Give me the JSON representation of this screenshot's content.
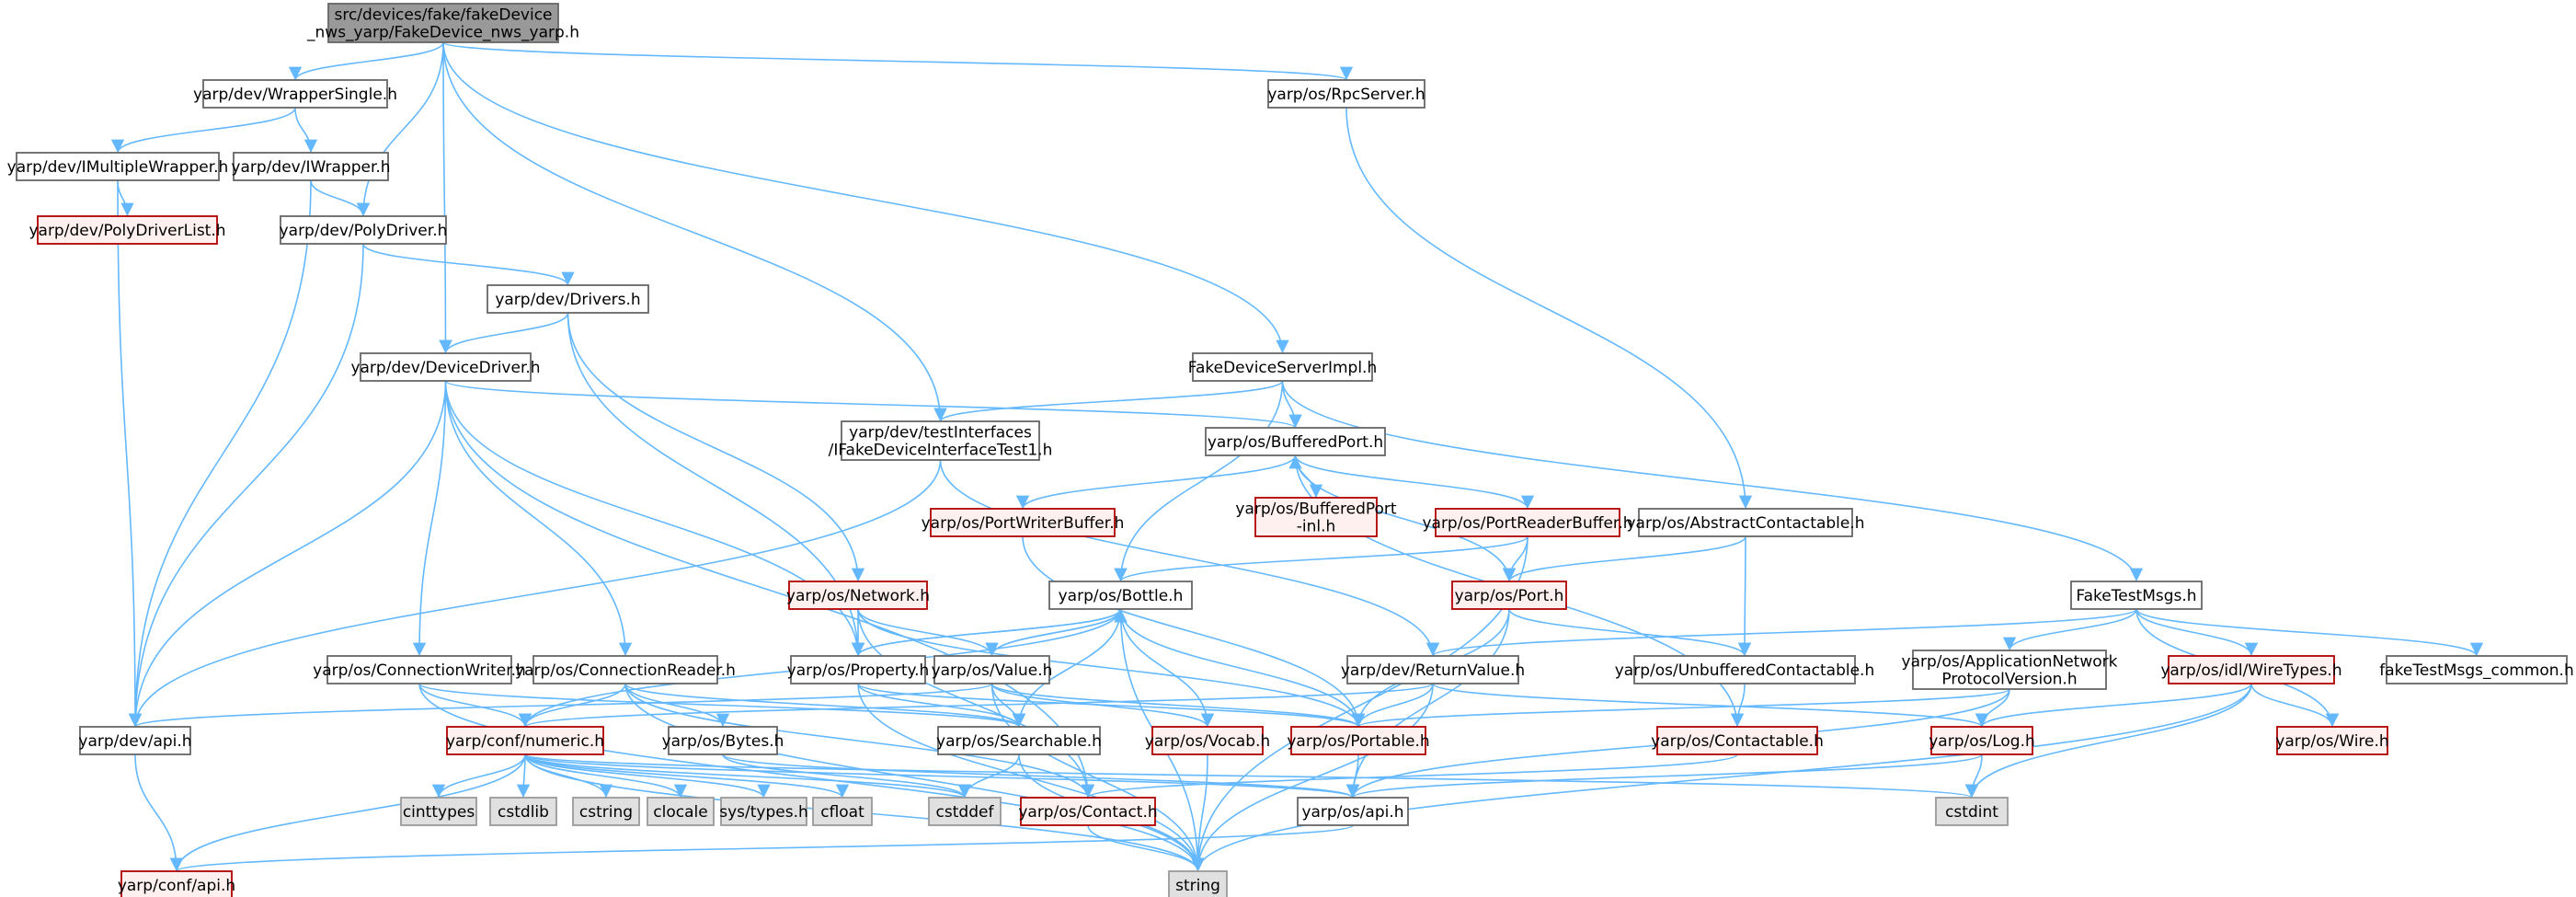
{
  "graph": {
    "colors": {
      "edge": "#63b8ff",
      "root_fill": "#999999",
      "normal_stroke": "#666666",
      "red_stroke": "#b00000",
      "red_fill": "#fff0f0",
      "gray_fill": "#e0e0e0"
    },
    "nodes": [
      {
        "id": "root",
        "lines": [
          "src/devices/fake/fakeDevice",
          "_nws_yarp/FakeDevice_nws_yarp.h"
        ],
        "style": "root"
      },
      {
        "id": "wrappersingle",
        "lines": [
          "yarp/dev/WrapperSingle.h"
        ],
        "style": "normal"
      },
      {
        "id": "rpcserver",
        "lines": [
          "yarp/os/RpcServer.h"
        ],
        "style": "normal"
      },
      {
        "id": "imultiplewrapper",
        "lines": [
          "yarp/dev/IMultipleWrapper.h"
        ],
        "style": "normal"
      },
      {
        "id": "iwrapper",
        "lines": [
          "yarp/dev/IWrapper.h"
        ],
        "style": "normal"
      },
      {
        "id": "polydriverlist",
        "lines": [
          "yarp/dev/PolyDriverList.h"
        ],
        "style": "red"
      },
      {
        "id": "polydriver",
        "lines": [
          "yarp/dev/PolyDriver.h"
        ],
        "style": "normal"
      },
      {
        "id": "drivers",
        "lines": [
          "yarp/dev/Drivers.h"
        ],
        "style": "normal"
      },
      {
        "id": "devicedriver",
        "lines": [
          "yarp/dev/DeviceDriver.h"
        ],
        "style": "normal"
      },
      {
        "id": "fakedeviceserverimpl",
        "lines": [
          "FakeDeviceServerImpl.h"
        ],
        "style": "normal"
      },
      {
        "id": "ifakedevice",
        "lines": [
          "yarp/dev/testInterfaces",
          "/IFakeDeviceInterfaceTest1.h"
        ],
        "style": "normal"
      },
      {
        "id": "bufferedport",
        "lines": [
          "yarp/os/BufferedPort.h"
        ],
        "style": "normal"
      },
      {
        "id": "portwriterbuffer",
        "lines": [
          "yarp/os/PortWriterBuffer.h"
        ],
        "style": "red"
      },
      {
        "id": "bufferedportinl",
        "lines": [
          "yarp/os/BufferedPort",
          "-inl.h"
        ],
        "style": "red"
      },
      {
        "id": "portreaderbuffer",
        "lines": [
          "yarp/os/PortReaderBuffer.h"
        ],
        "style": "red"
      },
      {
        "id": "abstractcontactable",
        "lines": [
          "yarp/os/AbstractContactable.h"
        ],
        "style": "normal"
      },
      {
        "id": "network",
        "lines": [
          "yarp/os/Network.h"
        ],
        "style": "red"
      },
      {
        "id": "bottle",
        "lines": [
          "yarp/os/Bottle.h"
        ],
        "style": "normal"
      },
      {
        "id": "port",
        "lines": [
          "yarp/os/Port.h"
        ],
        "style": "red"
      },
      {
        "id": "faketestmsgs",
        "lines": [
          "FakeTestMsgs.h"
        ],
        "style": "normal"
      },
      {
        "id": "connectionwriter",
        "lines": [
          "yarp/os/ConnectionWriter.h"
        ],
        "style": "normal"
      },
      {
        "id": "connectionreader",
        "lines": [
          "yarp/os/ConnectionReader.h"
        ],
        "style": "normal"
      },
      {
        "id": "property",
        "lines": [
          "yarp/os/Property.h"
        ],
        "style": "normal"
      },
      {
        "id": "value",
        "lines": [
          "yarp/os/Value.h"
        ],
        "style": "normal"
      },
      {
        "id": "returnvalue",
        "lines": [
          "yarp/dev/ReturnValue.h"
        ],
        "style": "normal"
      },
      {
        "id": "unbufferedcontactable",
        "lines": [
          "yarp/os/UnbufferedContactable.h"
        ],
        "style": "normal"
      },
      {
        "id": "appnetproto",
        "lines": [
          "yarp/os/ApplicationNetwork",
          "ProtocolVersion.h"
        ],
        "style": "normal"
      },
      {
        "id": "wiretypes",
        "lines": [
          "yarp/os/idl/WireTypes.h"
        ],
        "style": "red"
      },
      {
        "id": "faketestmsgscommon",
        "lines": [
          "fakeTestMsgs_common.h"
        ],
        "style": "normal"
      },
      {
        "id": "devapi",
        "lines": [
          "yarp/dev/api.h"
        ],
        "style": "normal"
      },
      {
        "id": "numeric",
        "lines": [
          "yarp/conf/numeric.h"
        ],
        "style": "red"
      },
      {
        "id": "bytes",
        "lines": [
          "yarp/os/Bytes.h"
        ],
        "style": "normal"
      },
      {
        "id": "searchable",
        "lines": [
          "yarp/os/Searchable.h"
        ],
        "style": "normal"
      },
      {
        "id": "vocab",
        "lines": [
          "yarp/os/Vocab.h"
        ],
        "style": "red"
      },
      {
        "id": "portable",
        "lines": [
          "yarp/os/Portable.h"
        ],
        "style": "red"
      },
      {
        "id": "contactable",
        "lines": [
          "yarp/os/Contactable.h"
        ],
        "style": "red"
      },
      {
        "id": "log",
        "lines": [
          "yarp/os/Log.h"
        ],
        "style": "red"
      },
      {
        "id": "wire",
        "lines": [
          "yarp/os/Wire.h"
        ],
        "style": "red"
      },
      {
        "id": "cinttypes",
        "lines": [
          "cinttypes"
        ],
        "style": "gray"
      },
      {
        "id": "cstdlib",
        "lines": [
          "cstdlib"
        ],
        "style": "gray"
      },
      {
        "id": "cstring",
        "lines": [
          "cstring"
        ],
        "style": "gray"
      },
      {
        "id": "clocale",
        "lines": [
          "clocale"
        ],
        "style": "gray"
      },
      {
        "id": "systypes",
        "lines": [
          "sys/types.h"
        ],
        "style": "gray"
      },
      {
        "id": "cfloat",
        "lines": [
          "cfloat"
        ],
        "style": "gray"
      },
      {
        "id": "cstddef",
        "lines": [
          "cstddef"
        ],
        "style": "gray"
      },
      {
        "id": "contact",
        "lines": [
          "yarp/os/Contact.h"
        ],
        "style": "red"
      },
      {
        "id": "osapi",
        "lines": [
          "yarp/os/api.h"
        ],
        "style": "normal"
      },
      {
        "id": "cstdint",
        "lines": [
          "cstdint"
        ],
        "style": "gray"
      },
      {
        "id": "confapi",
        "lines": [
          "yarp/conf/api.h"
        ],
        "style": "red"
      },
      {
        "id": "string",
        "lines": [
          "string"
        ],
        "style": "gray"
      }
    ],
    "edges": [
      [
        "root",
        "wrappersingle"
      ],
      [
        "root",
        "rpcserver"
      ],
      [
        "root",
        "polydriver"
      ],
      [
        "root",
        "devicedriver"
      ],
      [
        "root",
        "fakedeviceserverimpl"
      ],
      [
        "root",
        "ifakedevice"
      ],
      [
        "wrappersingle",
        "imultiplewrapper"
      ],
      [
        "wrappersingle",
        "iwrapper"
      ],
      [
        "imultiplewrapper",
        "polydriverlist"
      ],
      [
        "imultiplewrapper",
        "devapi"
      ],
      [
        "iwrapper",
        "polydriver"
      ],
      [
        "iwrapper",
        "devapi"
      ],
      [
        "polydriver",
        "drivers"
      ],
      [
        "polydriver",
        "devapi"
      ],
      [
        "drivers",
        "devicedriver"
      ],
      [
        "drivers",
        "network"
      ],
      [
        "drivers",
        "property"
      ],
      [
        "devicedriver",
        "bufferedport"
      ],
      [
        "devicedriver",
        "devapi"
      ],
      [
        "devicedriver",
        "connectionwriter"
      ],
      [
        "devicedriver",
        "connectionreader"
      ],
      [
        "devicedriver",
        "property"
      ],
      [
        "devicedriver",
        "contact"
      ],
      [
        "rpcserver",
        "abstractcontactable"
      ],
      [
        "fakedeviceserverimpl",
        "ifakedevice"
      ],
      [
        "fakedeviceserverimpl",
        "bufferedport"
      ],
      [
        "fakedeviceserverimpl",
        "faketestmsgs"
      ],
      [
        "fakedeviceserverimpl",
        "bottle"
      ],
      [
        "ifakedevice",
        "devapi"
      ],
      [
        "ifakedevice",
        "returnvalue"
      ],
      [
        "bufferedport",
        "portwriterbuffer"
      ],
      [
        "bufferedport",
        "bufferedportinl"
      ],
      [
        "bufferedport",
        "portreaderbuffer"
      ],
      [
        "bufferedport",
        "port"
      ],
      [
        "bufferedport",
        "contactable"
      ],
      [
        "bufferedportinl",
        "bufferedport"
      ],
      [
        "portwriterbuffer",
        "portable"
      ],
      [
        "portreaderbuffer",
        "bottle"
      ],
      [
        "portreaderbuffer",
        "port"
      ],
      [
        "portreaderbuffer",
        "string"
      ],
      [
        "abstractcontactable",
        "port"
      ],
      [
        "abstractcontactable",
        "unbufferedcontactable"
      ],
      [
        "network",
        "property"
      ],
      [
        "network",
        "value"
      ],
      [
        "network",
        "portable"
      ],
      [
        "network",
        "contact"
      ],
      [
        "bottle",
        "property"
      ],
      [
        "bottle",
        "value"
      ],
      [
        "bottle",
        "searchable"
      ],
      [
        "bottle",
        "vocab"
      ],
      [
        "bottle",
        "portable"
      ],
      [
        "bottle",
        "string"
      ],
      [
        "bottle",
        "numeric"
      ],
      [
        "port",
        "unbufferedcontactable"
      ],
      [
        "port",
        "portable"
      ],
      [
        "port",
        "osapi"
      ],
      [
        "faketestmsgs",
        "returnvalue"
      ],
      [
        "faketestmsgs",
        "appnetproto"
      ],
      [
        "faketestmsgs",
        "wiretypes"
      ],
      [
        "faketestmsgs",
        "faketestmsgscommon"
      ],
      [
        "faketestmsgs",
        "wire"
      ],
      [
        "connectionwriter",
        "numeric"
      ],
      [
        "connectionwriter",
        "searchable"
      ],
      [
        "connectionwriter",
        "string"
      ],
      [
        "connectionreader",
        "numeric"
      ],
      [
        "connectionreader",
        "bytes"
      ],
      [
        "connectionreader",
        "searchable"
      ],
      [
        "connectionreader",
        "contact"
      ],
      [
        "connectionreader",
        "string"
      ],
      [
        "property",
        "bottle"
      ],
      [
        "property",
        "searchable"
      ],
      [
        "property",
        "portable"
      ],
      [
        "property",
        "string"
      ],
      [
        "value",
        "bottle"
      ],
      [
        "value",
        "searchable"
      ],
      [
        "value",
        "vocab"
      ],
      [
        "value",
        "portable"
      ],
      [
        "value",
        "devapi"
      ],
      [
        "value",
        "string"
      ],
      [
        "returnvalue",
        "portable"
      ],
      [
        "returnvalue",
        "log"
      ],
      [
        "returnvalue",
        "numeric"
      ],
      [
        "returnvalue",
        "string"
      ],
      [
        "unbufferedcontactable",
        "contactable"
      ],
      [
        "appnetproto",
        "portable"
      ],
      [
        "appnetproto",
        "log"
      ],
      [
        "appnetproto",
        "osapi"
      ],
      [
        "wiretypes",
        "log"
      ],
      [
        "wiretypes",
        "wire"
      ],
      [
        "wiretypes",
        "cstdint"
      ],
      [
        "wiretypes",
        "string"
      ],
      [
        "devapi",
        "confapi"
      ],
      [
        "numeric",
        "cinttypes"
      ],
      [
        "numeric",
        "cstdlib"
      ],
      [
        "numeric",
        "cstring"
      ],
      [
        "numeric",
        "clocale"
      ],
      [
        "numeric",
        "systypes"
      ],
      [
        "numeric",
        "cfloat"
      ],
      [
        "numeric",
        "cstddef"
      ],
      [
        "numeric",
        "confapi"
      ],
      [
        "numeric",
        "string"
      ],
      [
        "numeric",
        "osapi"
      ],
      [
        "numeric",
        "cstdint"
      ],
      [
        "bytes",
        "cstddef"
      ],
      [
        "bytes",
        "osapi"
      ],
      [
        "searchable",
        "cstddef"
      ],
      [
        "searchable",
        "string"
      ],
      [
        "vocab",
        "string"
      ],
      [
        "portable",
        "osapi"
      ],
      [
        "contactable",
        "contact"
      ],
      [
        "log",
        "osapi"
      ],
      [
        "log",
        "cstdint"
      ],
      [
        "contact",
        "string"
      ],
      [
        "osapi",
        "confapi"
      ]
    ]
  }
}
